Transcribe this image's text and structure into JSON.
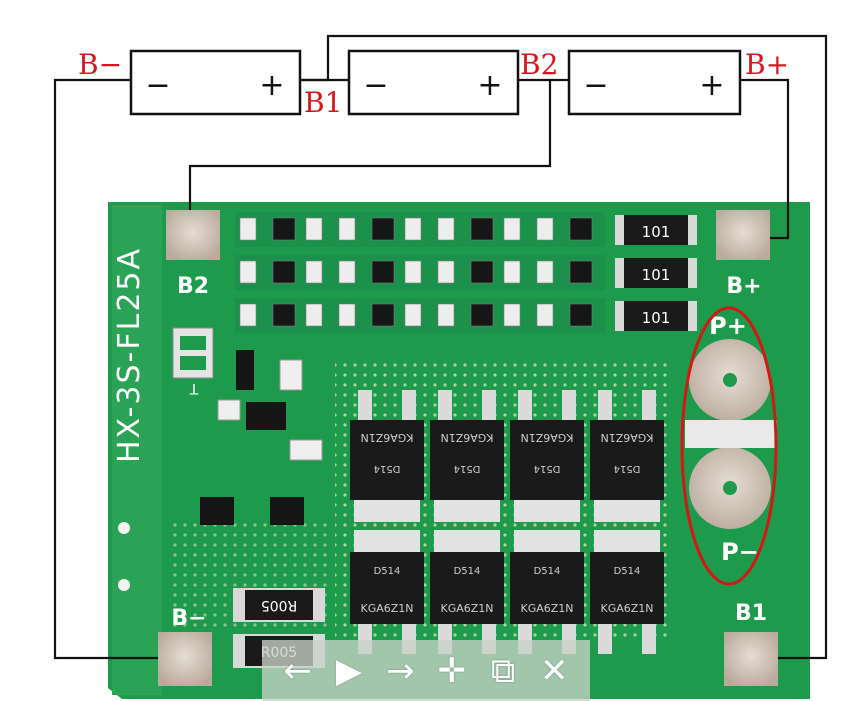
{
  "batteries": [
    {
      "neg": "−",
      "pos": "+"
    },
    {
      "neg": "−",
      "pos": "+"
    },
    {
      "neg": "−",
      "pos": "+"
    }
  ],
  "node_labels": {
    "b_minus": "B−",
    "b1": "B1",
    "b2": "B2",
    "b_plus": "B+"
  },
  "board": {
    "model": "HX-3S-FL25A",
    "pad_labels": {
      "b2": "B2",
      "b_plus": "B+",
      "b_minus": "B−",
      "b1": "B1",
      "p_plus": "P+",
      "p_minus": "P−"
    },
    "resistor_code": "101",
    "smd_code": "R005",
    "mosfet_top": "KGA6Z1N",
    "mosfet_sub": "D514",
    "mosfet_bottom_code": "D514",
    "mosfet_bottom": "KGA6Z1N",
    "connector_label": "T"
  },
  "colors": {
    "label_red": "#d6161c",
    "pcb_green": "#1e9a4c",
    "pad_silver": "#d3c7bd",
    "highlight_ring": "#d31616"
  },
  "toolbar": {
    "back_icon": "arrow-left-icon",
    "play_icon": "play-icon",
    "forward_icon": "arrow-right-icon",
    "move_icon": "move-icon",
    "expand_icon": "expand-icon",
    "close_icon": "close-icon"
  }
}
